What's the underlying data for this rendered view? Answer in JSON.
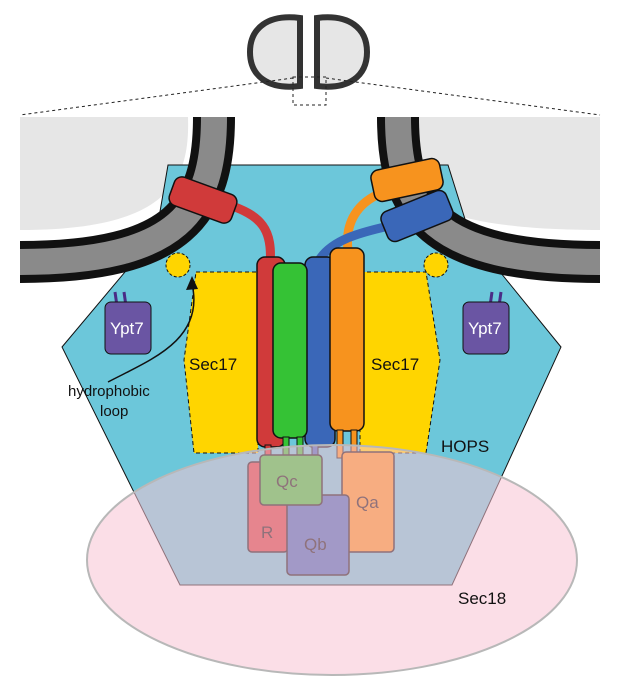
{
  "labels": {
    "hops": "HOPS",
    "sec18": "Sec18",
    "sec17_left": "Sec17",
    "sec17_right": "Sec17",
    "ypt7_left": "Ypt7",
    "ypt7_right": "Ypt7",
    "hydrophobic_line1": "hydrophobic",
    "hydrophobic_line2": "loop",
    "qa": "Qa",
    "qb": "Qb",
    "qc": "Qc",
    "r": "R"
  },
  "colors": {
    "hops": "#6cc7da",
    "sec18": "#f7d6e0",
    "sec17": "#ffd500",
    "r_snare": "#d03a3a",
    "qa_snare": "#f7931e",
    "qb_snare": "#3a67b8",
    "qc_snare": "#35c235",
    "ypt7": "#6a55a3",
    "membrane_dark": "#111111",
    "membrane_mid": "#888888",
    "vacuole_lumen": "#e6e6e6"
  }
}
